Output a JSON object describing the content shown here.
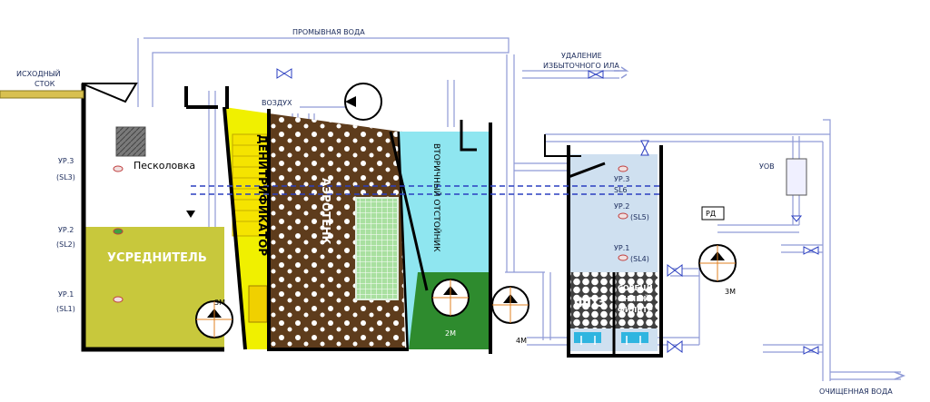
{
  "labels": {
    "source": "ИСХОДНЫЙ",
    "source2": "СТОК",
    "wash_water": "ПРОМЫВНАЯ ВОДА",
    "sludge1": "УДАЛЕНИЕ",
    "sludge2": "ИЗБЫТОЧНОГО ИЛА",
    "air": "ВОЗДУХ",
    "sand_trap": "Песколовка",
    "equalizer": "УСРЕДНИТЕЛЬ",
    "denitrifier": "ДЕНИТРИФИКАТОР",
    "aerotank": "АЭРОТЕНК",
    "settler": "ВТОРИЧНЫЙ ОТСТОЙНИК",
    "fpz": "ФПЗ",
    "sorb1": "СОРБЦИ",
    "sorb2": "ОННЫЙ",
    "sorb3": "ФИЛЬТР",
    "uov": "УОВ",
    "rd": "РД",
    "clean_water": "ОЧИЩЕННАЯ ВОДА",
    "lvl3": "УР.3",
    "sl3": "(SL3)",
    "lvl2": "УР.2",
    "sl2": "(SL2)",
    "lvl1": "УР.1",
    "sl1": "(SL1)",
    "lvl3b": "УР.3",
    "sl6": "SL6",
    "lvl2b": "УР.2",
    "sl5": "(SL5)",
    "lvl1b": "УР.1",
    "sl4": "(SL4)",
    "pump1": "3М",
    "pump2": "2М",
    "pump3": "4М",
    "pump4": "3М"
  },
  "colors": {
    "pipe": "#b8c4ec",
    "equalizer_fill": "#c8c83c",
    "denitrifier_fill": "#e6e600",
    "aerotank_fill": "#5a3a1a",
    "settler_fill": "#8fe6f0",
    "settler_bottom": "#2e8b2e",
    "filter_fill": "#cfe0f0"
  }
}
